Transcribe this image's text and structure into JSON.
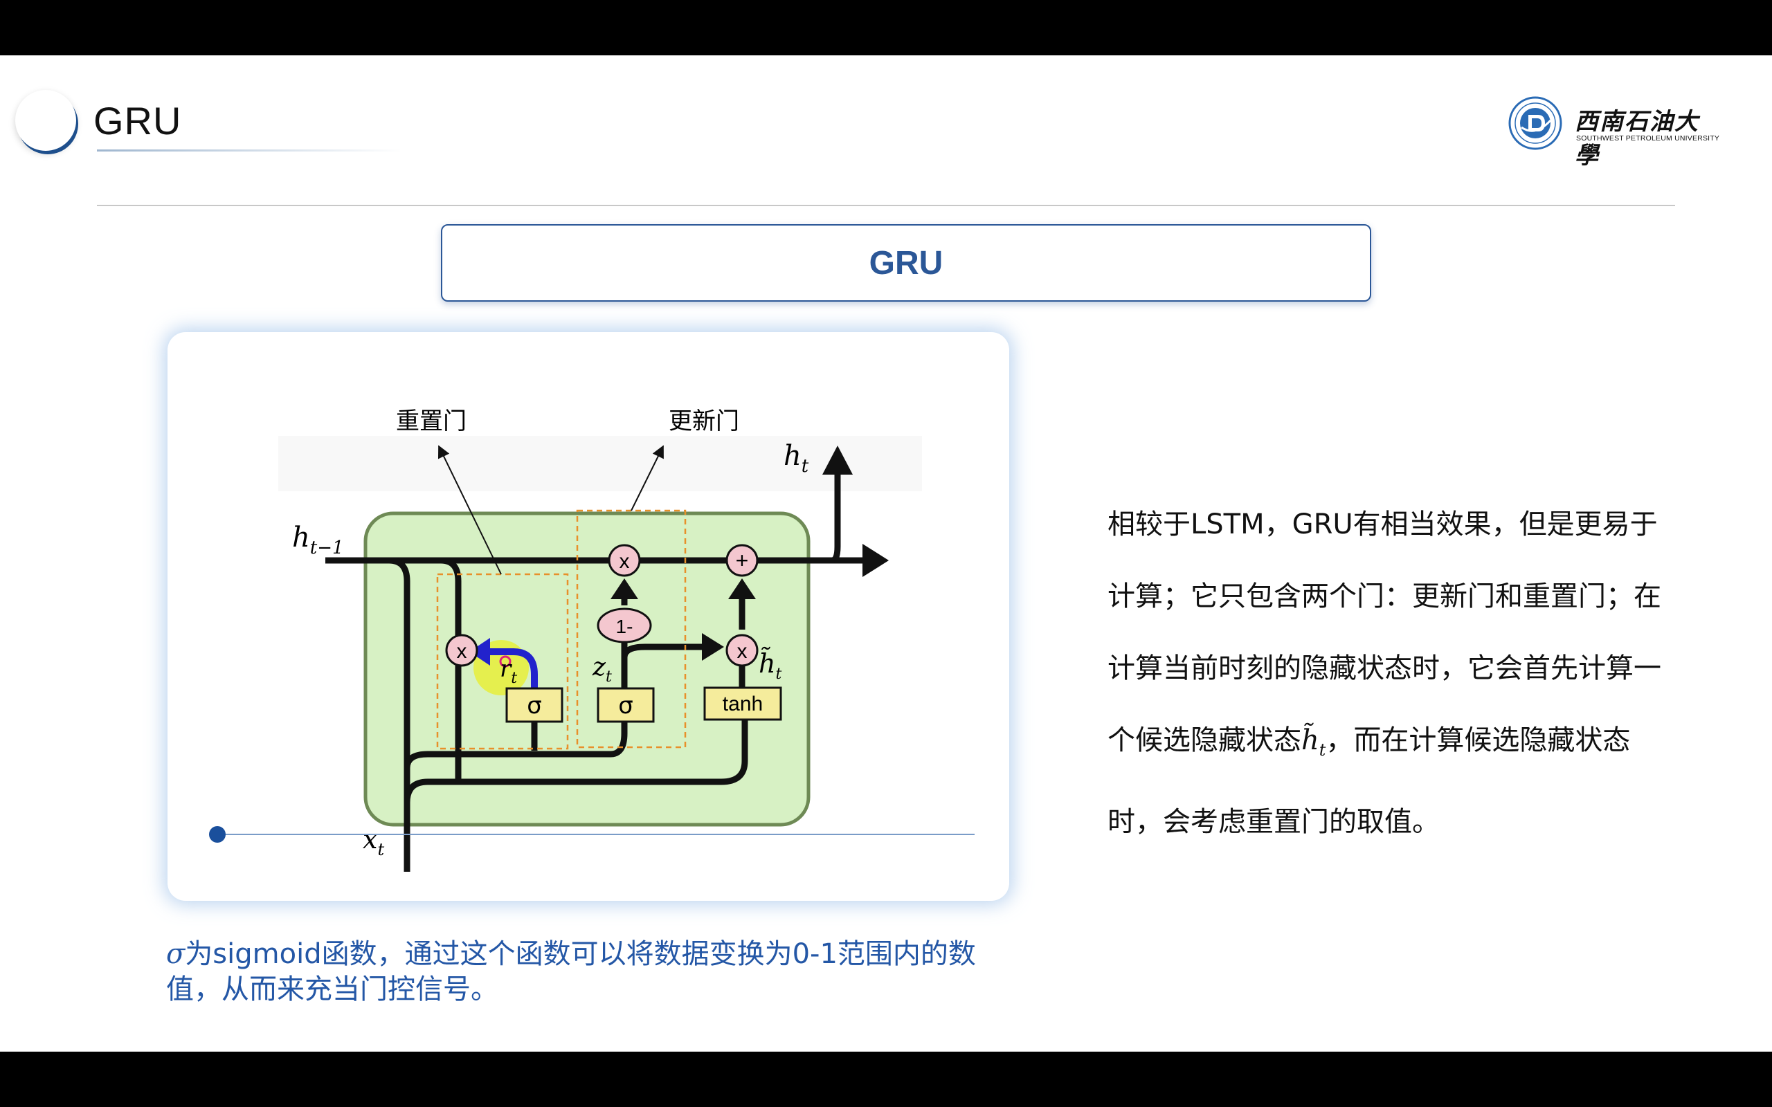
{
  "header": {
    "title": "GRU"
  },
  "logo": {
    "name_cn": "西南石油大學",
    "name_en": "SOUTHWEST PETROLEUM UNIVERSITY"
  },
  "section": {
    "heading": "GRU"
  },
  "diagram": {
    "annotation_reset": "重置门",
    "annotation_update": "更新门",
    "label_ht": "h",
    "label_ht_sub": "t",
    "label_hprev": "h",
    "label_hprev_sub": "t−1",
    "label_xt": "x",
    "label_xt_sub": "t",
    "label_rt": "r",
    "label_rt_sub": "t",
    "label_zt": "z",
    "label_zt_sub": "t",
    "label_htilde": "h̃",
    "label_htilde_sub": "t",
    "op_mult": "x",
    "op_add": "+",
    "op_one_minus": "1-",
    "gate_sigma": "σ",
    "gate_tanh": "tanh"
  },
  "body": {
    "text_before": "相较于LSTM，GRU有相当效果，但是更易于计算；它只包含两个门：更新门和重置门；在计算当前时刻的隐藏状态时，它会首先计算一个候选隐藏状态",
    "symbol": "h̃",
    "symbol_sub": "t",
    "text_after": "，而在计算候选隐藏状态时，会考虑重置门的取值。"
  },
  "caption": {
    "sigma": "σ",
    "text": "为sigmoid函数，通过这个函数可以将数据变换为0-1范围内的数值，从而来充当门控信号。"
  },
  "colors": {
    "accent": "#2b5797",
    "caption": "#2457a6",
    "cell_fill": "#d7f1c4",
    "cell_border": "#6e8a55",
    "gate_fill": "#f5ec9c",
    "op_fill": "#f4c7cf",
    "dashed": "#e8902a",
    "highlight": "#e8ee3a",
    "pointer": "#2222cc"
  }
}
